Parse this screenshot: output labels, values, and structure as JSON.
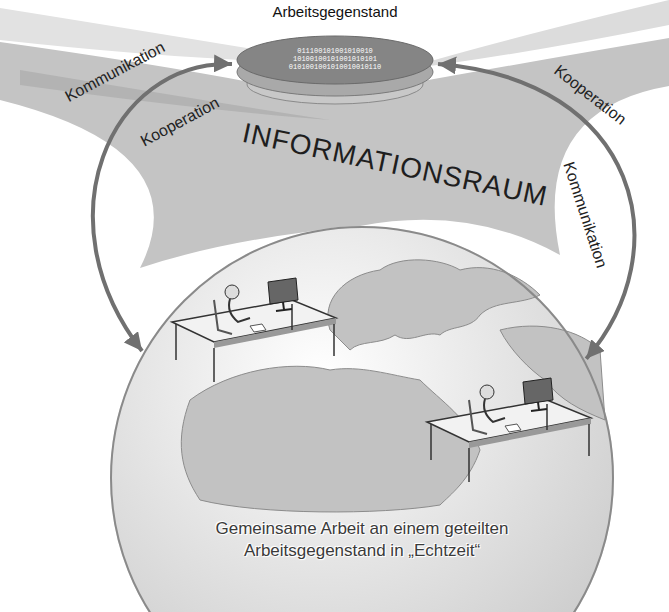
{
  "diagram": {
    "nodes": [
      {
        "text": [
          "Arbeitsgegenstand",
          "011100101001010010 10100100101001010101 0101001001010010010110"
        ]
      },
      {
        "text": [
          "INFORMATIONSRAUM"
        ]
      },
      {
        "text": [
          "Gemeinsame Arbeit an einem geteilten Arbeitsgegenstand in „Echtzeit“"
        ]
      }
    ],
    "edges": [
      {
        "from": 2,
        "to": 0,
        "arrow": "both",
        "label": "Kommunikation"
      },
      {
        "from": 2,
        "to": 0,
        "arrow": "both",
        "label": "Kommunikation"
      }
    ],
    "labels": [
      "Kooperation",
      "Kooperation"
    ]
  }
}
